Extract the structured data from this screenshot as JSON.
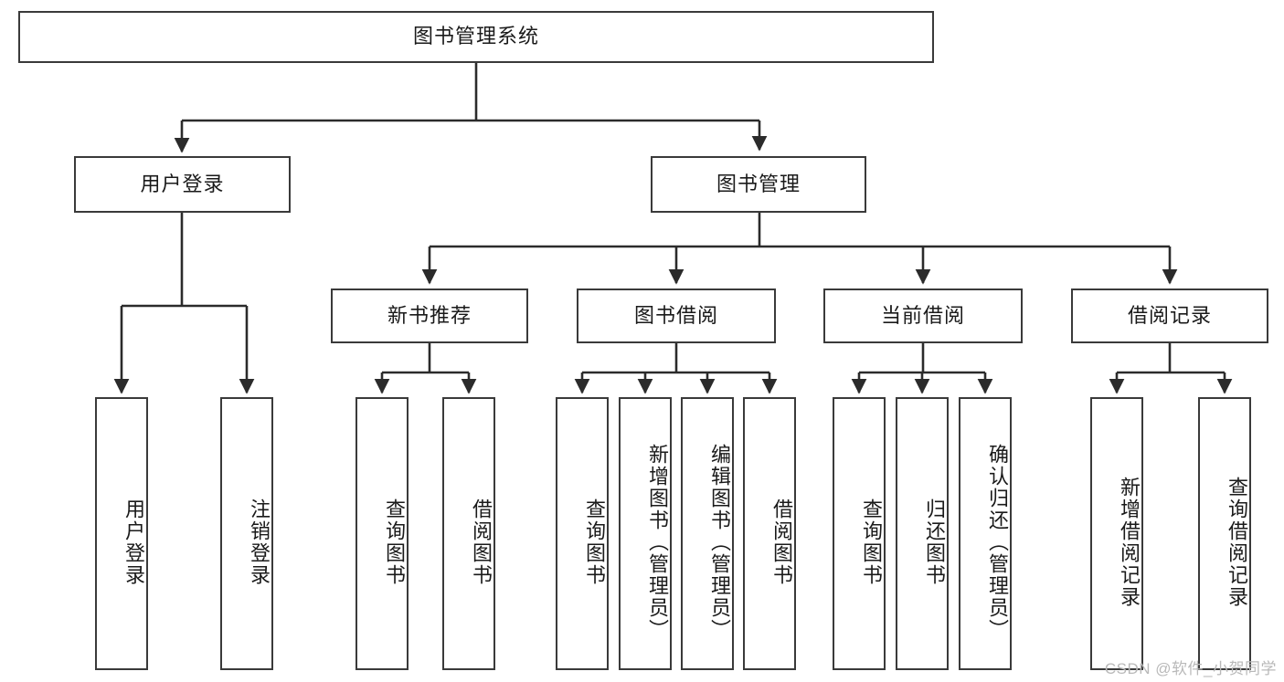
{
  "diagram": {
    "title": "图书管理系统",
    "type": "tree",
    "watermark": "CSDN @软件_小贺同学",
    "colors": {
      "node_border": "#3a3a3a",
      "node_fill": "#ffffff",
      "edge": "#2b2b2b",
      "text": "#1a1a1a",
      "watermark": "#b9b9b9",
      "background": "#ffffff"
    },
    "levels": {
      "root": {
        "id": "root",
        "label": "图书管理系统",
        "orientation": "horizontal"
      },
      "level2": [
        {
          "id": "user-login",
          "label": "用户登录",
          "orientation": "horizontal"
        },
        {
          "id": "book-manage",
          "label": "图书管理",
          "orientation": "horizontal"
        }
      ],
      "level3": [
        {
          "id": "new-book-recommend",
          "label": "新书推荐",
          "orientation": "horizontal",
          "parent": "book-manage"
        },
        {
          "id": "book-borrow",
          "label": "图书借阅",
          "orientation": "horizontal",
          "parent": "book-manage"
        },
        {
          "id": "current-borrow",
          "label": "当前借阅",
          "orientation": "horizontal",
          "parent": "book-manage"
        },
        {
          "id": "borrow-record",
          "label": "借阅记录",
          "orientation": "horizontal",
          "parent": "book-manage"
        }
      ],
      "leaves": [
        {
          "id": "leaf-user-login",
          "label": "用户登录",
          "orientation": "vertical",
          "parent": "user-login"
        },
        {
          "id": "leaf-logout",
          "label": "注销登录",
          "orientation": "vertical",
          "parent": "user-login"
        },
        {
          "id": "leaf-query-book-1",
          "label": "查询图书",
          "orientation": "vertical",
          "parent": "new-book-recommend"
        },
        {
          "id": "leaf-borrow-book-1",
          "label": "借阅图书",
          "orientation": "vertical",
          "parent": "new-book-recommend"
        },
        {
          "id": "leaf-query-book-2",
          "label": "查询图书",
          "orientation": "vertical",
          "parent": "book-borrow"
        },
        {
          "id": "leaf-add-book",
          "label": "新增图书（管理员）",
          "orientation": "vertical",
          "parent": "book-borrow"
        },
        {
          "id": "leaf-edit-book",
          "label": "编辑图书（管理员）",
          "orientation": "vertical",
          "parent": "book-borrow"
        },
        {
          "id": "leaf-borrow-book-2",
          "label": "借阅图书",
          "orientation": "vertical",
          "parent": "book-borrow"
        },
        {
          "id": "leaf-query-book-3",
          "label": "查询图书",
          "orientation": "vertical",
          "parent": "current-borrow"
        },
        {
          "id": "leaf-return-book",
          "label": "归还图书",
          "orientation": "vertical",
          "parent": "current-borrow"
        },
        {
          "id": "leaf-confirm-return",
          "label": "确认归还（管理员）",
          "orientation": "vertical",
          "parent": "current-borrow"
        },
        {
          "id": "leaf-add-record",
          "label": "新增借阅记录",
          "orientation": "vertical",
          "parent": "borrow-record"
        },
        {
          "id": "leaf-query-record",
          "label": "查询借阅记录",
          "orientation": "vertical",
          "parent": "borrow-record"
        }
      ]
    }
  }
}
